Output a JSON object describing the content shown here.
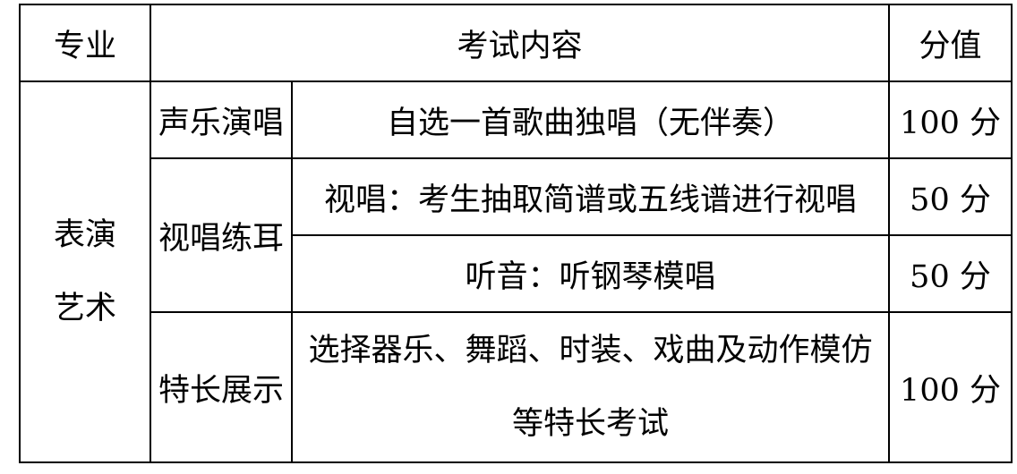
{
  "table": {
    "headers": {
      "major": "专业",
      "content": "考试内容",
      "score": "分值"
    },
    "major": {
      "line1": "表演",
      "line2": "艺术"
    },
    "rows": [
      {
        "category": "声乐演唱",
        "content": "自选一首歌曲独唱（无伴奏）",
        "score": "100 分"
      },
      {
        "category": "视唱练耳",
        "content": "视唱：考生抽取简谱或五线谱进行视唱",
        "score": "50 分"
      },
      {
        "category": "",
        "content": "听音：听钢琴模唱",
        "score": "50 分"
      },
      {
        "category": "特长展示",
        "content_line1": "选择器乐、舞蹈、时装、戏曲及动作模仿",
        "content_line2": "等特长考试",
        "score": "100 分"
      }
    ]
  }
}
